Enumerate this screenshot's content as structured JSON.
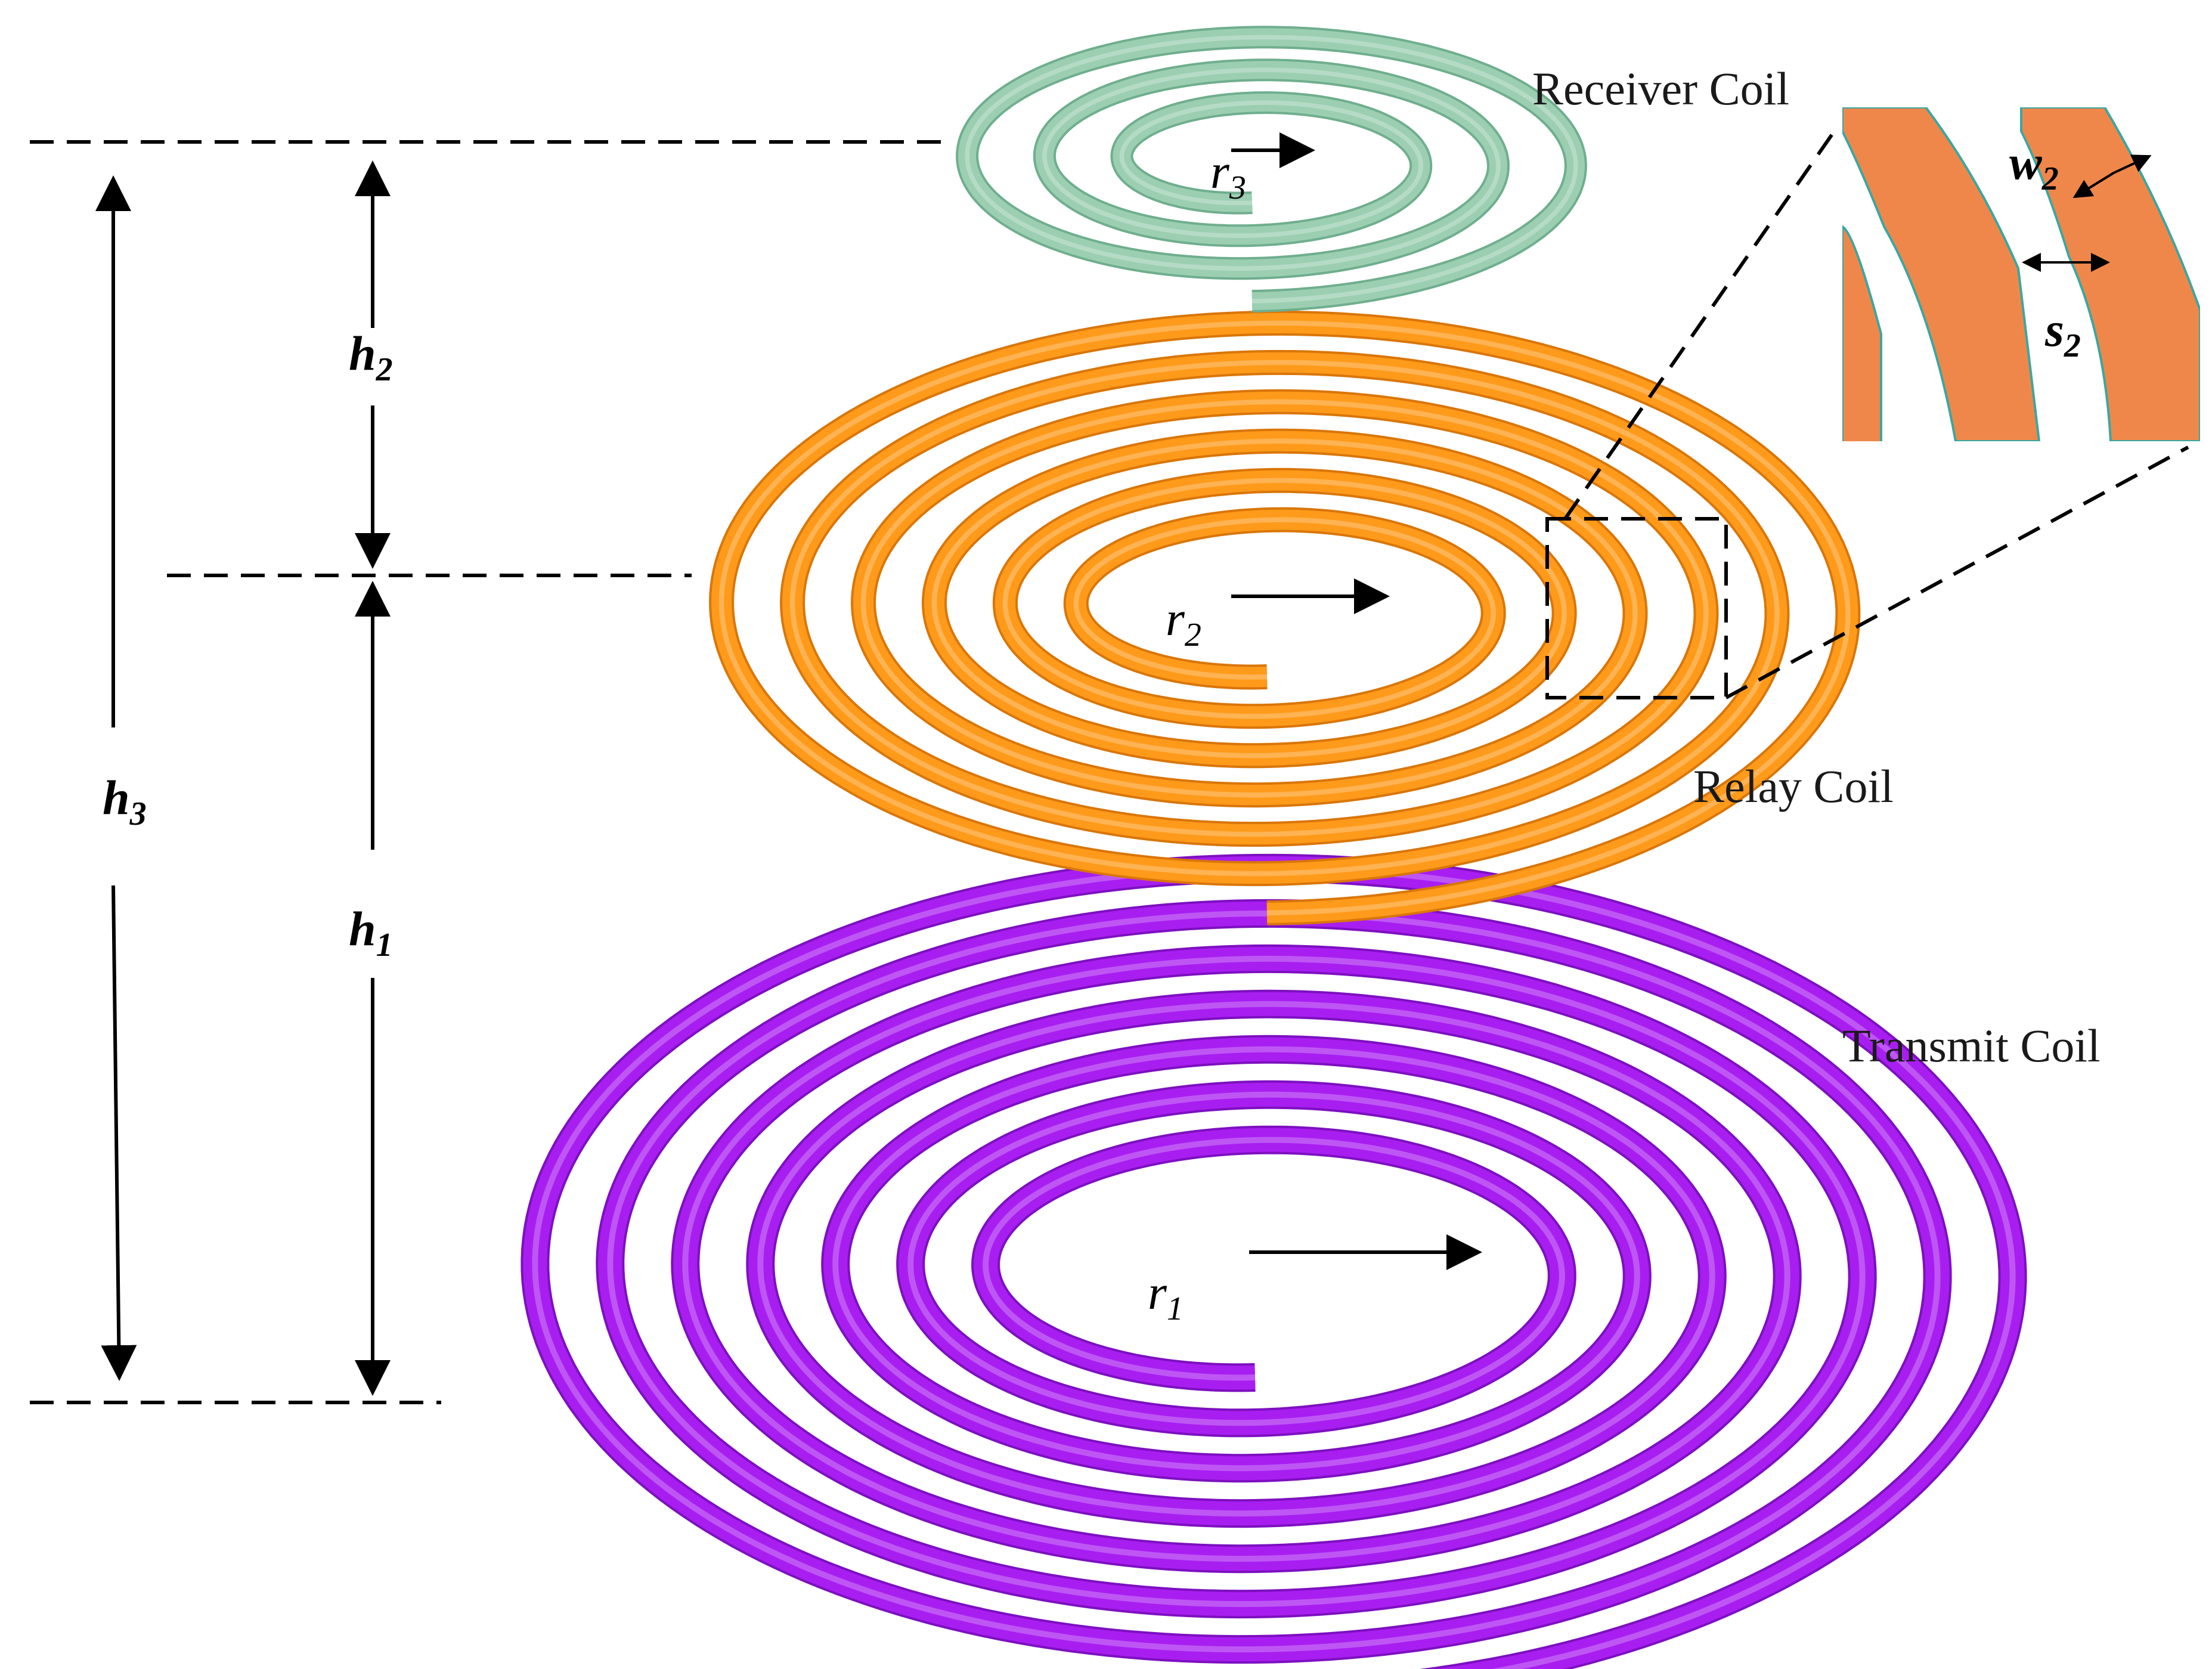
{
  "labels": {
    "receiver_coil": "Receiver Coil",
    "relay_coil": "Relay Coil",
    "transmit_coil": "Transmit Coil"
  },
  "symbols": {
    "r1": {
      "base": "r",
      "sub": "1"
    },
    "r2": {
      "base": "r",
      "sub": "2"
    },
    "r3": {
      "base": "r",
      "sub": "3"
    },
    "h1": {
      "base": "h",
      "sub": "1"
    },
    "h2": {
      "base": "h",
      "sub": "2"
    },
    "h3": {
      "base": "h",
      "sub": "3"
    },
    "w2": {
      "base": "w",
      "sub": "2"
    },
    "s2": {
      "base": "s",
      "sub": "2"
    }
  },
  "colors": {
    "receiver": "#9ccfb2",
    "receiver_edge": "#6fae8e",
    "relay": "#ff9a1a",
    "relay_edge": "#d9760a",
    "transmit": "#a81ef0",
    "transmit_edge": "#7d10c0",
    "zoom_strip": "#f0874a"
  }
}
